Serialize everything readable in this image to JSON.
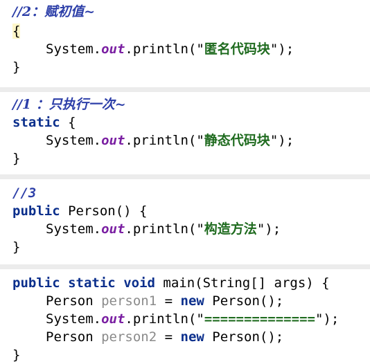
{
  "blocks": [
    {
      "comment": "//2：赋初值~",
      "lines": [
        {
          "text": "{"
        },
        {
          "prefix": "System.",
          "field": "out",
          "mid": ".println(\"",
          "string": "匿名代码块",
          "suffix": "\");"
        },
        {
          "text": "}"
        }
      ]
    },
    {
      "comment": "//1 ：只执行一次~",
      "header_kw": "static",
      "header_rest": " {",
      "lines": [
        {
          "prefix": "System.",
          "field": "out",
          "mid": ".println(\"",
          "string": "静态代码块",
          "suffix": "\");"
        },
        {
          "text": "}"
        }
      ]
    },
    {
      "comment": "//3",
      "header_kw": "public",
      "header_rest": " Person() {",
      "lines": [
        {
          "prefix": "System.",
          "field": "out",
          "mid": ".println(\"",
          "string": "构造方法",
          "suffix": "\");"
        },
        {
          "text": "}"
        }
      ]
    },
    {
      "header_kw1": "public",
      "header_kw2": "static",
      "header_kw3": "void",
      "header_rest": " main(String[] args) {",
      "lines": [
        {
          "type": "Person",
          "var": "person1",
          "eq": " = ",
          "kw": "new",
          "ctor": " Person();"
        },
        {
          "prefix": "System.",
          "field": "out",
          "mid": ".println(\"",
          "string": "==============",
          "suffix": "\");"
        },
        {
          "type": "Person",
          "var": "person2",
          "eq": " = ",
          "kw": "new",
          "ctor": " Person();"
        },
        {
          "text": "}"
        }
      ]
    }
  ],
  "colors": {
    "comment": "#2c3ea8",
    "keyword": "#0b2f8c",
    "static_field": "#7a1fa2",
    "string": "#1f6b1f",
    "unused_var": "#8a8a8a",
    "separator": "#ececec"
  }
}
